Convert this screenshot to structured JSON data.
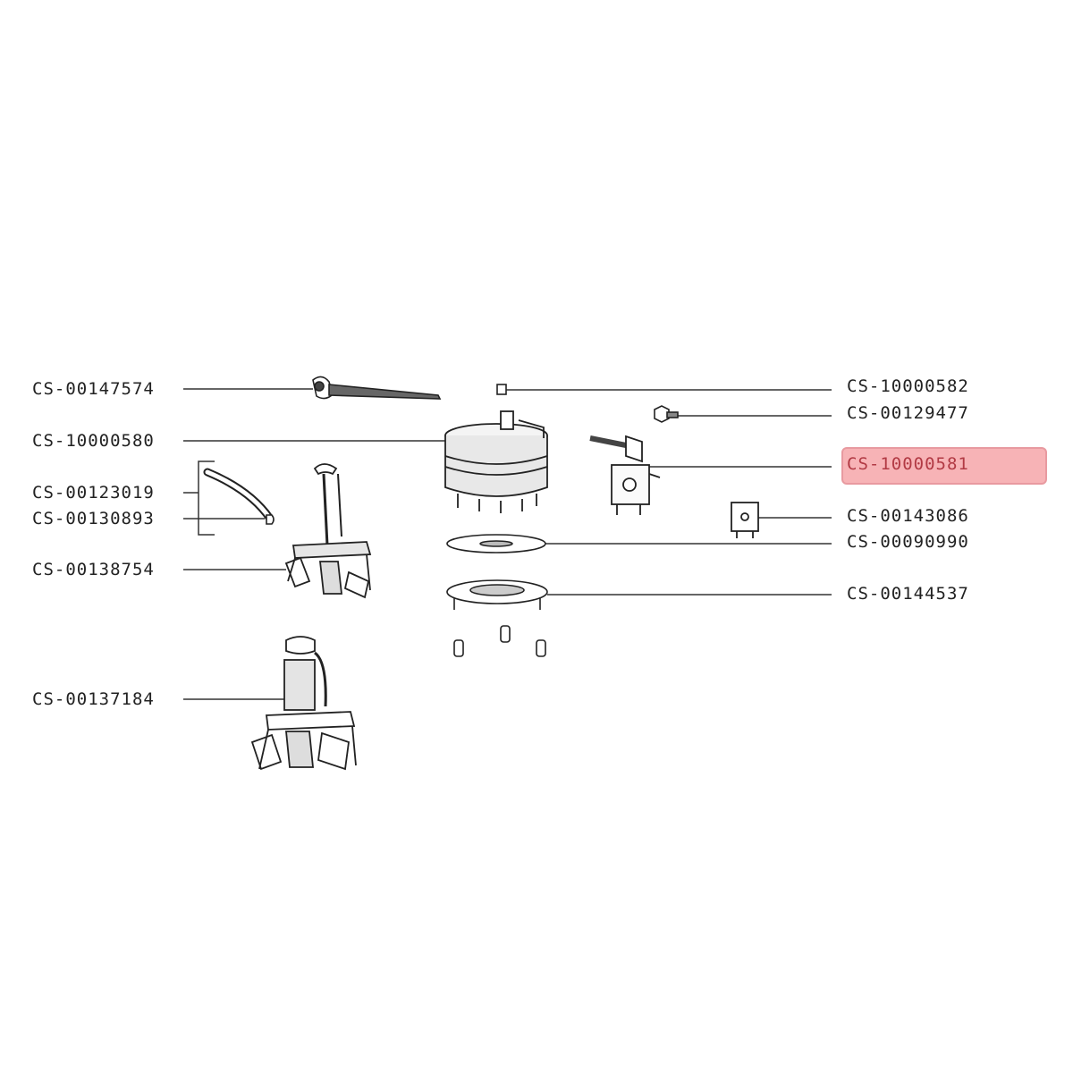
{
  "diagram": {
    "highlight_color": "#f6a6aa",
    "line_color": "#333333",
    "highlighted_part": "CS-10000581",
    "parts_left": [
      {
        "id": "p-147574",
        "label": "CS-00147574"
      },
      {
        "id": "p-10000580",
        "label": "CS-10000580"
      },
      {
        "id": "p-123019",
        "label": "CS-00123019"
      },
      {
        "id": "p-130893",
        "label": "CS-00130893"
      },
      {
        "id": "p-138754",
        "label": "CS-00138754"
      },
      {
        "id": "p-137184",
        "label": "CS-00137184"
      }
    ],
    "parts_right": [
      {
        "id": "p-10000582",
        "label": "CS-10000582"
      },
      {
        "id": "p-129477",
        "label": "CS-00129477"
      },
      {
        "id": "p-10000581",
        "label": "CS-10000581"
      },
      {
        "id": "p-143086",
        "label": "CS-00143086"
      },
      {
        "id": "p-90990",
        "label": "CS-00090990"
      },
      {
        "id": "p-144537",
        "label": "CS-00144537"
      }
    ]
  }
}
